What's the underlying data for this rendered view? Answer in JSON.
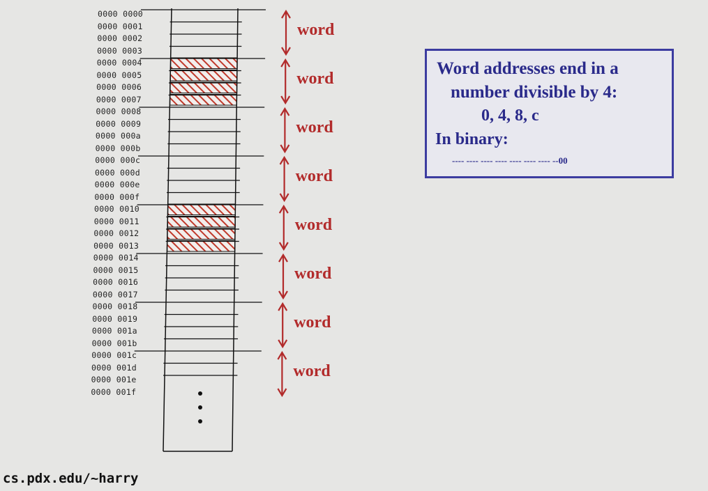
{
  "diagram": {
    "addresses": [
      "0000 0000",
      "0000 0001",
      "0000 0002",
      "0000 0003",
      "0000 0004",
      "0000 0005",
      "0000 0006",
      "0000 0007",
      "0000 0008",
      "0000 0009",
      "0000 000a",
      "0000 000b",
      "0000 000c",
      "0000 000d",
      "0000 000e",
      "0000 000f",
      "0000 0010",
      "0000 0011",
      "0000 0012",
      "0000 0013",
      "0000 0014",
      "0000 0015",
      "0000 0016",
      "0000 0017",
      "0000 0018",
      "0000 0019",
      "0000 001a",
      "0000 001b",
      "0000 001c",
      "0000 001d",
      "0000 001e",
      "0000 001f"
    ],
    "highlighted_words": [
      1,
      4
    ],
    "word_label": "word",
    "word_count": 8,
    "highlight_color": "#c0392b",
    "label_color": "#b22b2b"
  },
  "info_box": {
    "line1": "Word addresses end in a",
    "line2": "number divisible by 4:",
    "line3": "0, 4, 8, c",
    "line4": "In binary:",
    "line5": "---- ---- ---- ---- ---- ---- ---- --00",
    "border_color": "#3c3ca0",
    "text_color": "#2a2a8a"
  },
  "footer": {
    "url": "cs.pdx.edu/~harry"
  }
}
